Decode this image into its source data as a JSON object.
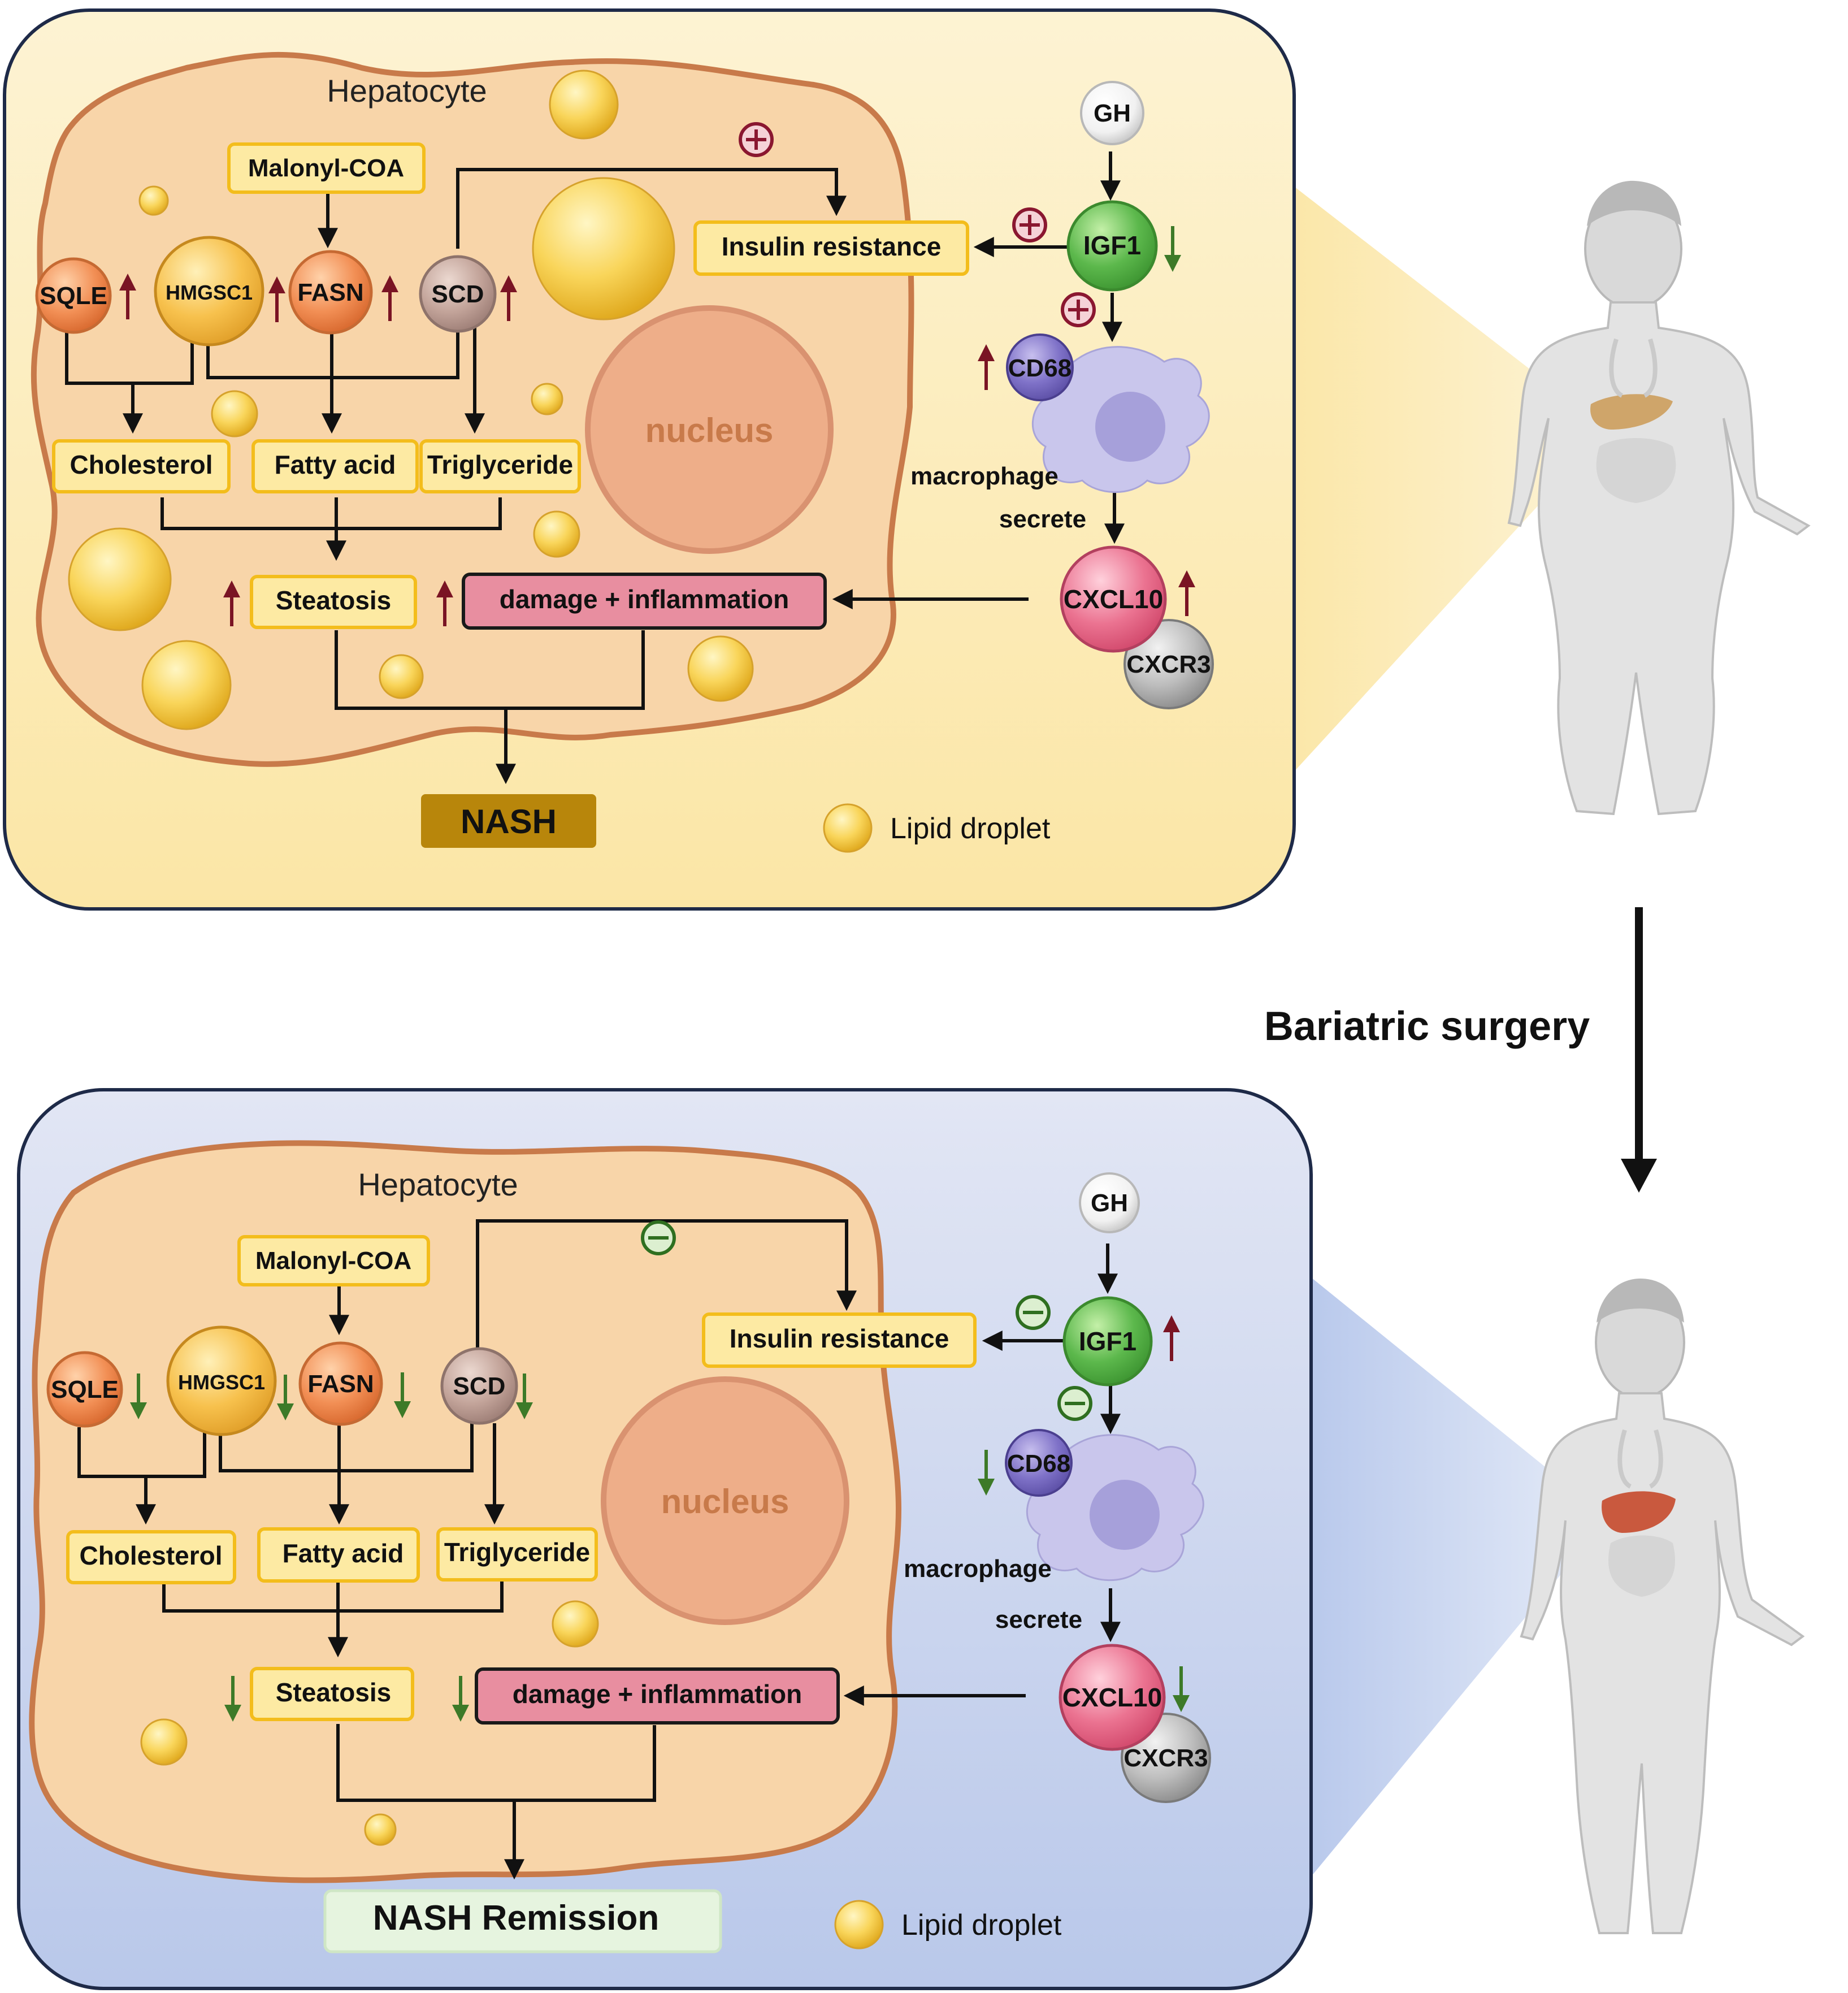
{
  "surgery_label": "Bariatric surgery",
  "panels": {
    "before": {
      "hepatocyte_label": "Hepatocyte",
      "nucleus_label": "nucleus",
      "genes": {
        "sqle": "SQLE",
        "hmgsc1": "HMGSC1",
        "fasn": "FASN",
        "scd": "SCD"
      },
      "malonyl": "Malonyl-COA",
      "products": {
        "cholesterol": "Cholesterol",
        "fatty_acid": "Fatty acid",
        "triglyceride": "Triglyceride"
      },
      "steatosis": "Steatosis",
      "damage": "damage + inflammation",
      "insulin": "Insulin resistance",
      "signals": {
        "gh": "GH",
        "igf1": "IGF1",
        "cd68": "CD68",
        "macrophage": "macrophage",
        "secrete": "secrete",
        "cxcl10": "CXCL10",
        "cxcr3": "CXCR3"
      },
      "regulation_sign": "+",
      "outcome": "NASH",
      "legend": "Lipid droplet",
      "colors": {
        "panel": "#fdf0c5",
        "outcome_bg": "#b8860b",
        "arrow": "#7a1424"
      }
    },
    "after": {
      "hepatocyte_label": "Hepatocyte",
      "nucleus_label": "nucleus",
      "genes": {
        "sqle": "SQLE",
        "hmgsc1": "HMGSC1",
        "fasn": "FASN",
        "scd": "SCD"
      },
      "malonyl": "Malonyl-COA",
      "products": {
        "cholesterol": "Cholesterol",
        "fatty_acid": "Fatty acid",
        "triglyceride": "Triglyceride"
      },
      "steatosis": "Steatosis",
      "damage": "damage + inflammation",
      "insulin": "Insulin resistance",
      "signals": {
        "gh": "GH",
        "igf1": "IGF1",
        "cd68": "CD68",
        "macrophage": "macrophage",
        "secrete": "secrete",
        "cxcl10": "CXCL10",
        "cxcr3": "CXCR3"
      },
      "regulation_sign": "−",
      "outcome": "NASH Remission",
      "legend": "Lipid droplet",
      "colors": {
        "panel": "#d5def3",
        "outcome_bg": "#e6f4df",
        "arrow": "#3d7a28"
      }
    }
  }
}
